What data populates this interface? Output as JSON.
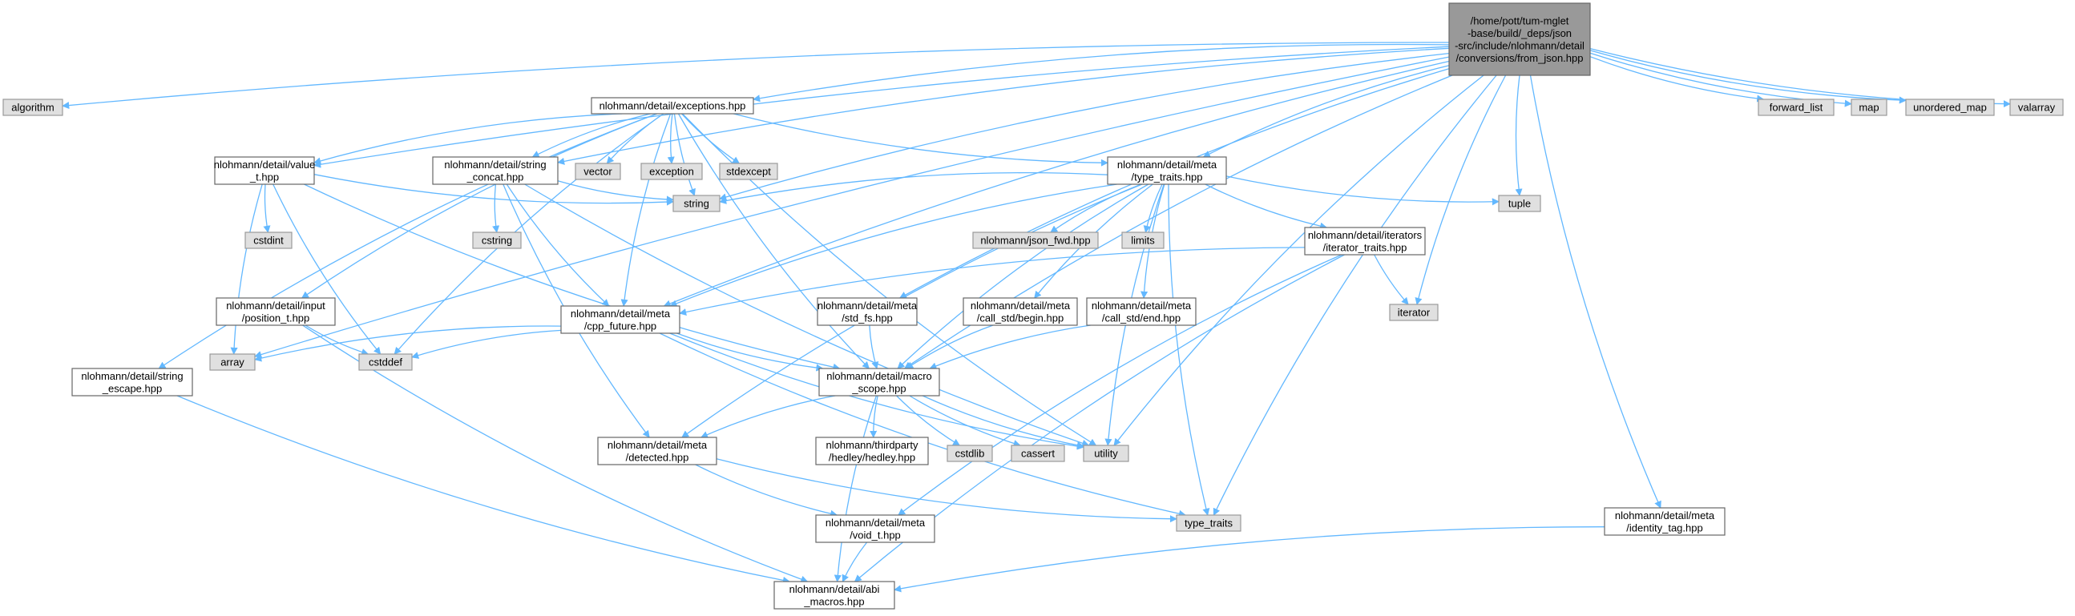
{
  "diagram": {
    "type": "include-dependency-graph",
    "colors": {
      "edge": "#63b8ff",
      "root_fill": "#999999",
      "system_fill": "#e0e0e0",
      "project_fill": "#ffffff"
    },
    "nodes": [
      {
        "id": "root",
        "kind": "root",
        "lines": [
          "/home/pott/tum-mglet",
          "-base/build/_deps/json",
          "-src/include/nlohmann/detail",
          "/conversions/from_json.hpp"
        ]
      },
      {
        "id": "algorithm",
        "kind": "system",
        "lines": [
          "algorithm"
        ]
      },
      {
        "id": "array",
        "kind": "system",
        "lines": [
          "array"
        ]
      },
      {
        "id": "value_t",
        "kind": "project",
        "lines": [
          "nlohmann/detail/value",
          "_t.hpp"
        ]
      },
      {
        "id": "string_concat",
        "kind": "project",
        "lines": [
          "nlohmann/detail/string",
          "_concat.hpp"
        ]
      },
      {
        "id": "cpp_future",
        "kind": "project",
        "lines": [
          "nlohmann/detail/meta",
          "/cpp_future.hpp"
        ]
      },
      {
        "id": "string",
        "kind": "system",
        "lines": [
          "string"
        ]
      },
      {
        "id": "exceptions",
        "kind": "project",
        "lines": [
          "nlohmann/detail/exceptions.hpp"
        ]
      },
      {
        "id": "type_traits_hpp",
        "kind": "project",
        "lines": [
          "nlohmann/detail/meta",
          "/type_traits.hpp"
        ]
      },
      {
        "id": "std_fs",
        "kind": "project",
        "lines": [
          "nlohmann/detail/meta",
          "/std_fs.hpp"
        ]
      },
      {
        "id": "macro_scope",
        "kind": "project",
        "lines": [
          "nlohmann/detail/macro",
          "_scope.hpp"
        ]
      },
      {
        "id": "tuple",
        "kind": "system",
        "lines": [
          "tuple"
        ]
      },
      {
        "id": "iterator",
        "kind": "system",
        "lines": [
          "iterator"
        ]
      },
      {
        "id": "utility",
        "kind": "system",
        "lines": [
          "utility"
        ]
      },
      {
        "id": "type_traits",
        "kind": "system",
        "lines": [
          "type_traits"
        ]
      },
      {
        "id": "identity_tag",
        "kind": "project",
        "lines": [
          "nlohmann/detail/meta",
          "/identity_tag.hpp"
        ]
      },
      {
        "id": "forward_list",
        "kind": "system",
        "lines": [
          "forward_list"
        ]
      },
      {
        "id": "map",
        "kind": "system",
        "lines": [
          "map"
        ]
      },
      {
        "id": "unordered_map",
        "kind": "system",
        "lines": [
          "unordered_map"
        ]
      },
      {
        "id": "valarray",
        "kind": "system",
        "lines": [
          "valarray"
        ]
      },
      {
        "id": "string_escape",
        "kind": "project",
        "lines": [
          "nlohmann/detail/string",
          "_escape.hpp"
        ]
      },
      {
        "id": "position_t",
        "kind": "project",
        "lines": [
          "nlohmann/detail/input",
          "/position_t.hpp"
        ]
      },
      {
        "id": "cstddef",
        "kind": "system",
        "lines": [
          "cstddef"
        ]
      },
      {
        "id": "cstdint",
        "kind": "system",
        "lines": [
          "cstdint"
        ]
      },
      {
        "id": "cstring",
        "kind": "system",
        "lines": [
          "cstring"
        ]
      },
      {
        "id": "vector",
        "kind": "system",
        "lines": [
          "vector"
        ]
      },
      {
        "id": "exception",
        "kind": "system",
        "lines": [
          "exception"
        ]
      },
      {
        "id": "stdexcept",
        "kind": "system",
        "lines": [
          "stdexcept"
        ]
      },
      {
        "id": "json_fwd",
        "kind": "system",
        "lines": [
          "nlohmann/json_fwd.hpp"
        ]
      },
      {
        "id": "limits",
        "kind": "system",
        "lines": [
          "limits"
        ]
      },
      {
        "id": "iterator_traits",
        "kind": "project",
        "lines": [
          "nlohmann/detail/iterators",
          "/iterator_traits.hpp"
        ]
      },
      {
        "id": "begin",
        "kind": "project",
        "lines": [
          "nlohmann/detail/meta",
          "/call_std/begin.hpp"
        ]
      },
      {
        "id": "end",
        "kind": "project",
        "lines": [
          "nlohmann/detail/meta",
          "/call_std/end.hpp"
        ]
      },
      {
        "id": "detected",
        "kind": "project",
        "lines": [
          "nlohmann/detail/meta",
          "/detected.hpp"
        ]
      },
      {
        "id": "hedley",
        "kind": "project",
        "lines": [
          "nlohmann/thirdparty",
          "/hedley/hedley.hpp"
        ]
      },
      {
        "id": "cstdlib",
        "kind": "system",
        "lines": [
          "cstdlib"
        ]
      },
      {
        "id": "cassert",
        "kind": "system",
        "lines": [
          "cassert"
        ]
      },
      {
        "id": "void_t",
        "kind": "project",
        "lines": [
          "nlohmann/detail/meta",
          "/void_t.hpp"
        ]
      },
      {
        "id": "abi_macros",
        "kind": "project",
        "lines": [
          "nlohmann/detail/abi",
          "_macros.hpp"
        ]
      }
    ],
    "edges": [
      [
        "root",
        "algorithm"
      ],
      [
        "root",
        "array"
      ],
      [
        "root",
        "value_t"
      ],
      [
        "root",
        "string_concat"
      ],
      [
        "root",
        "cpp_future"
      ],
      [
        "root",
        "string"
      ],
      [
        "root",
        "exceptions"
      ],
      [
        "root",
        "type_traits_hpp"
      ],
      [
        "root",
        "std_fs"
      ],
      [
        "root",
        "macro_scope"
      ],
      [
        "root",
        "tuple"
      ],
      [
        "root",
        "iterator"
      ],
      [
        "root",
        "utility"
      ],
      [
        "root",
        "type_traits"
      ],
      [
        "root",
        "identity_tag"
      ],
      [
        "root",
        "forward_list"
      ],
      [
        "root",
        "map"
      ],
      [
        "root",
        "unordered_map"
      ],
      [
        "root",
        "valarray"
      ],
      [
        "exceptions",
        "string_escape"
      ],
      [
        "exceptions",
        "position_t"
      ],
      [
        "exceptions",
        "value_t"
      ],
      [
        "exceptions",
        "cstddef"
      ],
      [
        "exceptions",
        "string_concat"
      ],
      [
        "exceptions",
        "cpp_future"
      ],
      [
        "exceptions",
        "string"
      ],
      [
        "exceptions",
        "vector"
      ],
      [
        "exceptions",
        "exception"
      ],
      [
        "exceptions",
        "stdexcept"
      ],
      [
        "exceptions",
        "type_traits_hpp"
      ],
      [
        "exceptions",
        "macro_scope"
      ],
      [
        "exceptions",
        "utility"
      ],
      [
        "value_t",
        "cstdint"
      ],
      [
        "value_t",
        "array"
      ],
      [
        "value_t",
        "cstddef"
      ],
      [
        "value_t",
        "string"
      ],
      [
        "value_t",
        "macro_scope"
      ],
      [
        "string_concat",
        "cstring"
      ],
      [
        "string_concat",
        "string"
      ],
      [
        "string_concat",
        "cpp_future"
      ],
      [
        "string_concat",
        "detected"
      ],
      [
        "string_concat",
        "utility"
      ],
      [
        "type_traits_hpp",
        "string"
      ],
      [
        "type_traits_hpp",
        "json_fwd"
      ],
      [
        "type_traits_hpp",
        "limits"
      ],
      [
        "type_traits_hpp",
        "iterator_traits"
      ],
      [
        "type_traits_hpp",
        "tuple"
      ],
      [
        "type_traits_hpp",
        "cpp_future"
      ],
      [
        "type_traits_hpp",
        "begin"
      ],
      [
        "type_traits_hpp",
        "end"
      ],
      [
        "type_traits_hpp",
        "detected"
      ],
      [
        "type_traits_hpp",
        "macro_scope"
      ],
      [
        "type_traits_hpp",
        "utility"
      ],
      [
        "type_traits_hpp",
        "type_traits"
      ],
      [
        "iterator_traits",
        "iterator"
      ],
      [
        "iterator_traits",
        "cpp_future"
      ],
      [
        "iterator_traits",
        "void_t"
      ],
      [
        "iterator_traits",
        "abi_macros"
      ],
      [
        "cpp_future",
        "array"
      ],
      [
        "cpp_future",
        "cstddef"
      ],
      [
        "cpp_future",
        "macro_scope"
      ],
      [
        "cpp_future",
        "utility"
      ],
      [
        "cpp_future",
        "type_traits"
      ],
      [
        "std_fs",
        "macro_scope"
      ],
      [
        "begin",
        "macro_scope"
      ],
      [
        "end",
        "macro_scope"
      ],
      [
        "position_t",
        "cstddef"
      ],
      [
        "position_t",
        "abi_macros"
      ],
      [
        "string_escape",
        "abi_macros"
      ],
      [
        "macro_scope",
        "detected"
      ],
      [
        "macro_scope",
        "hedley"
      ],
      [
        "macro_scope",
        "cstdlib"
      ],
      [
        "macro_scope",
        "cassert"
      ],
      [
        "macro_scope",
        "utility"
      ],
      [
        "macro_scope",
        "abi_macros"
      ],
      [
        "detected",
        "void_t"
      ],
      [
        "detected",
        "type_traits"
      ],
      [
        "void_t",
        "abi_macros"
      ],
      [
        "identity_tag",
        "abi_macros"
      ]
    ]
  }
}
